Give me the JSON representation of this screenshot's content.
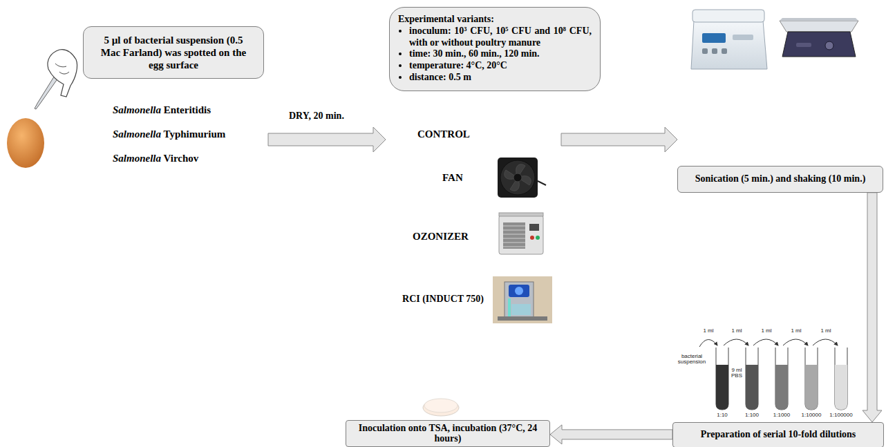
{
  "diagram": {
    "nodes": [
      {
        "text": [
          "5 µl of bacterial suspension (0.5 Mac Farland) was spotted on the egg surface"
        ]
      },
      {
        "text": [
          "Experimental variants:",
          "inoculum: 10³ CFU, 10⁵ CFU and 10⁸ CFU, with or without poultry manure",
          "time: 30 min., 60 min., 120 min.",
          "temperature: 4°C, 20°C",
          "distance: 0.5 m"
        ]
      },
      {
        "text": [
          "Sonication (5 min.) and shaking (10 min.)"
        ]
      },
      {
        "text": [
          "Preparation of serial 10-fold dilutions"
        ]
      },
      {
        "text": [
          "Inoculation onto TSA, incubation (37°C, 24 hours)"
        ]
      }
    ],
    "edges": [
      {
        "from": 2,
        "to": 3,
        "arrow": "to"
      },
      {
        "from": 3,
        "to": 4,
        "arrow": "to"
      }
    ],
    "labels": [
      "Salmonella Enteritidis",
      "Salmonella Typhimurium",
      "Salmonella Virchov",
      "DRY, 20 min.",
      "CONTROL",
      "FAN",
      "OZONIZER",
      "RCI (INDUCT 750)",
      "1 ml",
      "1 ml",
      "1 ml",
      "1 ml",
      "1 ml",
      "bacterial suspension",
      "9 ml PBS",
      "1:10",
      "1:100",
      "1:1000",
      "1:10000",
      "1:100000"
    ]
  }
}
